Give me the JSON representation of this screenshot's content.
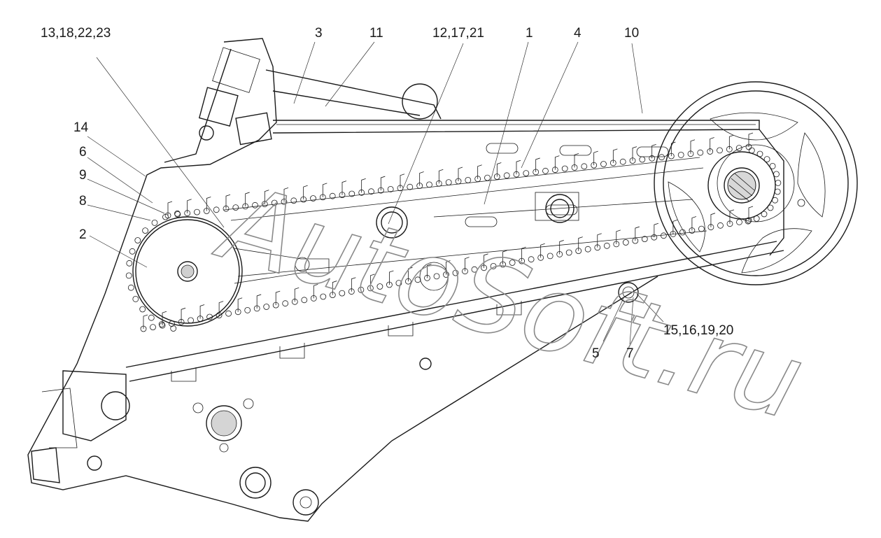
{
  "watermark": "AutoSoft.ru",
  "callouts": [
    {
      "id": "c1",
      "text": "13,18,22,23"
    },
    {
      "id": "c2",
      "text": "3"
    },
    {
      "id": "c3",
      "text": "11"
    },
    {
      "id": "c4",
      "text": "12,17,21"
    },
    {
      "id": "c5",
      "text": "1"
    },
    {
      "id": "c6",
      "text": "4"
    },
    {
      "id": "c7",
      "text": "10"
    },
    {
      "id": "c8",
      "text": "14"
    },
    {
      "id": "c9",
      "text": "6"
    },
    {
      "id": "c10",
      "text": "9"
    },
    {
      "id": "c11",
      "text": "8"
    },
    {
      "id": "c12",
      "text": "2"
    },
    {
      "id": "c13",
      "text": "15,16,19,20"
    },
    {
      "id": "c14",
      "text": "5"
    },
    {
      "id": "c15",
      "text": "7"
    }
  ]
}
